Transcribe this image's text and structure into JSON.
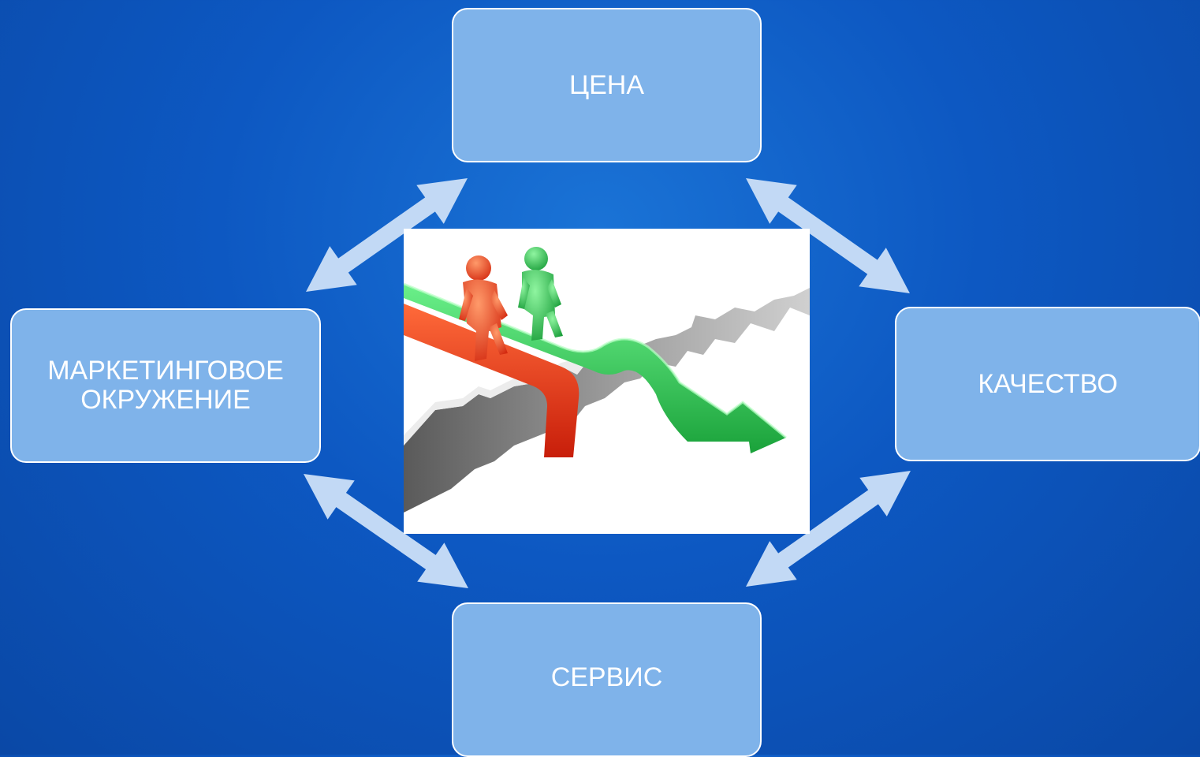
{
  "diagram": {
    "nodes": {
      "top": {
        "label": "ЦЕНА"
      },
      "left": {
        "label_line1": "МАРКЕТИНГОВОЕ",
        "label_line2": "ОКРУЖЕНИЕ"
      },
      "right": {
        "label": "КАЧЕСТВО"
      },
      "bottom": {
        "label": "СЕРВИС"
      }
    },
    "edges": [
      {
        "from": "top",
        "to": "left",
        "style": "double-arrow"
      },
      {
        "from": "top",
        "to": "right",
        "style": "double-arrow"
      },
      {
        "from": "left",
        "to": "bottom",
        "style": "double-arrow"
      },
      {
        "from": "right",
        "to": "bottom",
        "style": "double-arrow"
      }
    ]
  },
  "colors": {
    "background": "#0d58c2",
    "node_fill": "#7fb3ea",
    "node_border": "#ffffff",
    "arrow_fill": "#c2d9f5"
  },
  "illustration": {
    "description_icon": "bridge-over-chasm-icon"
  }
}
